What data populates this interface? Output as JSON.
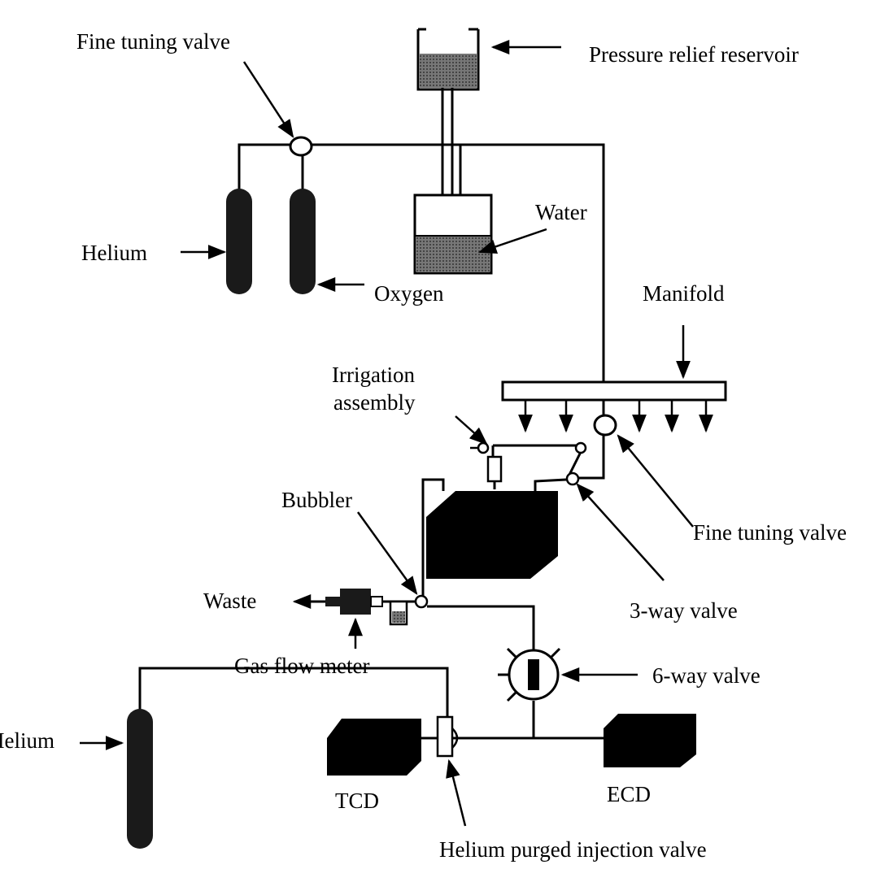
{
  "labels": {
    "fine_tuning_valve_top": "Fine tuning valve",
    "pressure_relief_reservoir": "Pressure relief reservoir",
    "water": "Water",
    "helium_top": "Helium",
    "oxygen": "Oxygen",
    "manifold": "Manifold",
    "irrigation_line1": "Irrigation",
    "irrigation_line2": "assembly",
    "bubbler": "Bubbler",
    "fine_tuning_valve_right": "Fine tuning valve",
    "waste": "Waste",
    "three_way_valve": "3-way valve",
    "gas_flow_meter": "Gas flow meter",
    "six_way_valve": "6-way valve",
    "helium_bottom": "Helium",
    "tcd": "TCD",
    "ecd": "ECD",
    "helium_purged_injection_valve": "Helium purged injection valve"
  },
  "colors": {
    "ink": "#000000",
    "shade": "#6f6f6f",
    "cylinder": "#1a1a1a",
    "paper": "#ffffff"
  }
}
